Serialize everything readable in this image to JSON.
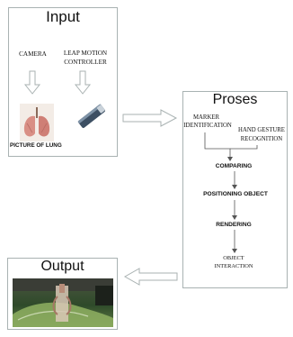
{
  "input": {
    "title": "Input",
    "camera_label": "CAMERA",
    "leap_label_line1": "LEAP MOTION",
    "leap_label_line2": "CONTROLLER",
    "lung_caption": "PICTURE OF LUNG"
  },
  "process": {
    "title": "Proses",
    "marker_line1": "MARKER",
    "marker_line2": "IDENTIFICATION",
    "gesture_line1": "HAND GESTURE",
    "gesture_line2": "RECOGNITION",
    "steps": [
      "COMPARING",
      "POSITIONING OBJECT",
      "RENDERING"
    ],
    "interaction_line1": "OBJECT",
    "interaction_line2": "INTERACTION"
  },
  "output": {
    "title": "Output"
  }
}
